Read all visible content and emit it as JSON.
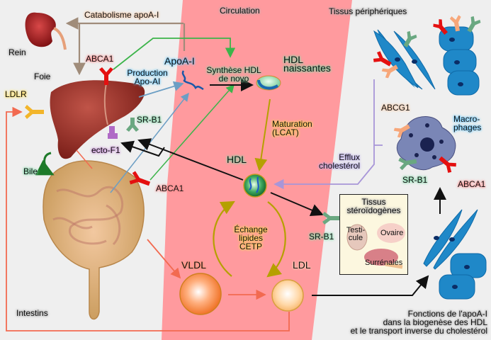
{
  "title": "Fonctions de l'apoA-I dans la biogenèse des HDL et le transport inverse du cholestérol",
  "colors": {
    "background": "#efefef",
    "circulation_band": "#ff9a9e",
    "arrow_brown": "#a08c7a",
    "arrow_green": "#3cb44a",
    "arrow_blue": "#6b9ec4",
    "arrow_black": "#111111",
    "arrow_olive": "#b5a000",
    "arrow_lavender": "#a896d8",
    "arrow_red": "#f26a50",
    "abca1": "#e41010",
    "srb1": "#6aa881",
    "abcg1": "#f7a77a",
    "ldlr": "#f2b52a",
    "ectof1": "#b06ac6",
    "cell_blue": "#1f88c8"
  },
  "regions": {
    "circulation": "Circulation",
    "peripheral": "Tissus périphériques"
  },
  "organs": {
    "kidney": "Rein",
    "liver": "Foie",
    "intestines": "Intestins",
    "macrophages": "Macro-\nphages"
  },
  "processes": {
    "catabolism": "Catabolisme apoA-I",
    "production_line1": "Production",
    "production_line2": "Apo-AI",
    "synthesis_line1": "Synthèse HDL",
    "synthesis_line2": "de novo",
    "maturation_line1": "Maturation",
    "maturation_line2": "(LCAT)",
    "efflux_line1": "Efflux",
    "efflux_line2": "cholestérol",
    "exchange_line1": "Échange",
    "exchange_line2": "lipides",
    "exchange_line3": "CETP",
    "bile": "Bile"
  },
  "particles": {
    "apoai": "ApoA-I",
    "hdl_nascent_line1": "HDL",
    "hdl_nascent_line2": "naissantes",
    "hdl": "HDL",
    "vldl": "VLDL",
    "ldl": "LDL"
  },
  "receptors": {
    "abca1_liver": "ABCA1",
    "abca1_intestine": "ABCA1",
    "abca1_macrophage": "ABCA1",
    "srb1_liver": "SR-B1",
    "srb1_macrophage": "SR-B1",
    "srb1_steroid": "SR-B1",
    "abcg1": "ABCG1",
    "ldlr": "LDLR",
    "ectof1": "ecto-F1"
  },
  "steroid_box": {
    "title_line1": "Tissus",
    "title_line2": "stéroïdogènes",
    "testis_line1": "Testi-",
    "testis_line2": "cule",
    "ovary": "Ovaire",
    "adrenal": "Surrénales"
  },
  "caption": {
    "line1": "Fonctions de l'apoA-I",
    "line2": "dans la biogenèse des HDL",
    "line3": "et le transport inverse du cholestérol"
  }
}
